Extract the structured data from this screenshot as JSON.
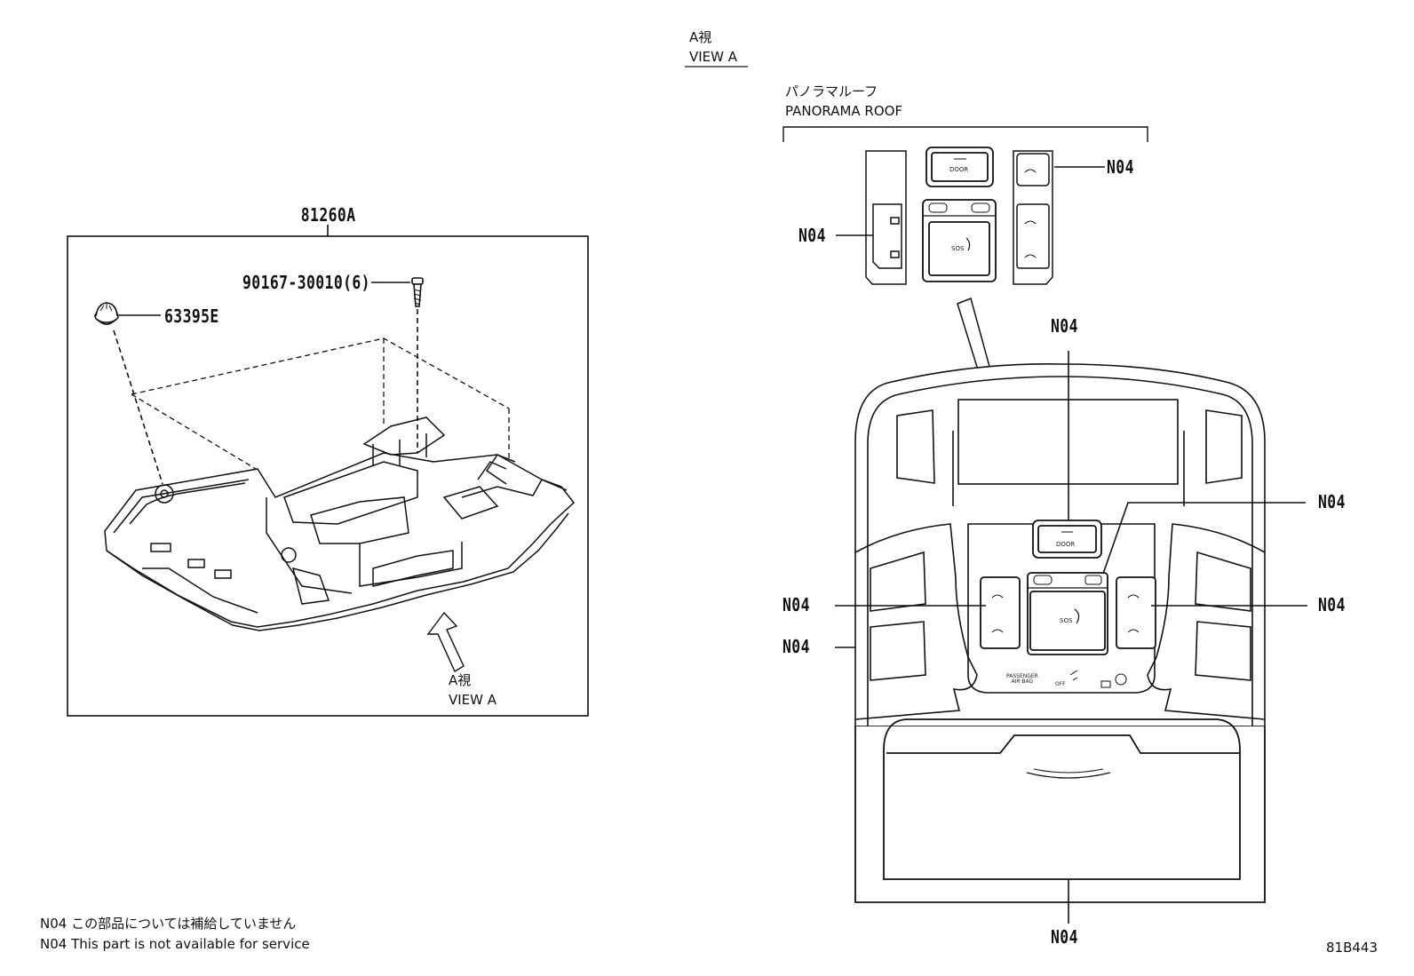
{
  "callouts": {
    "assembly": "81260A",
    "screw": "90167-30010(6)",
    "clip": "63395E",
    "n04": "N04"
  },
  "view_a_left": {
    "ja": "A視",
    "en": "VIEW A"
  },
  "view_a_header": {
    "ja": "A視",
    "en": "VIEW A"
  },
  "panorama_roof": {
    "ja": "パノラマルーフ",
    "en": "PANORAMA ROOF"
  },
  "switches": {
    "door": "DOOR",
    "sos": "SOS",
    "passenger_air_bag_line1": "PASSENGER",
    "passenger_air_bag_line2": "AIR BAG",
    "off": "OFF"
  },
  "footnote": {
    "ja": "N04 この部品については補給していません",
    "en": "N04 This part is not available for service"
  },
  "figure_code": "81B443"
}
